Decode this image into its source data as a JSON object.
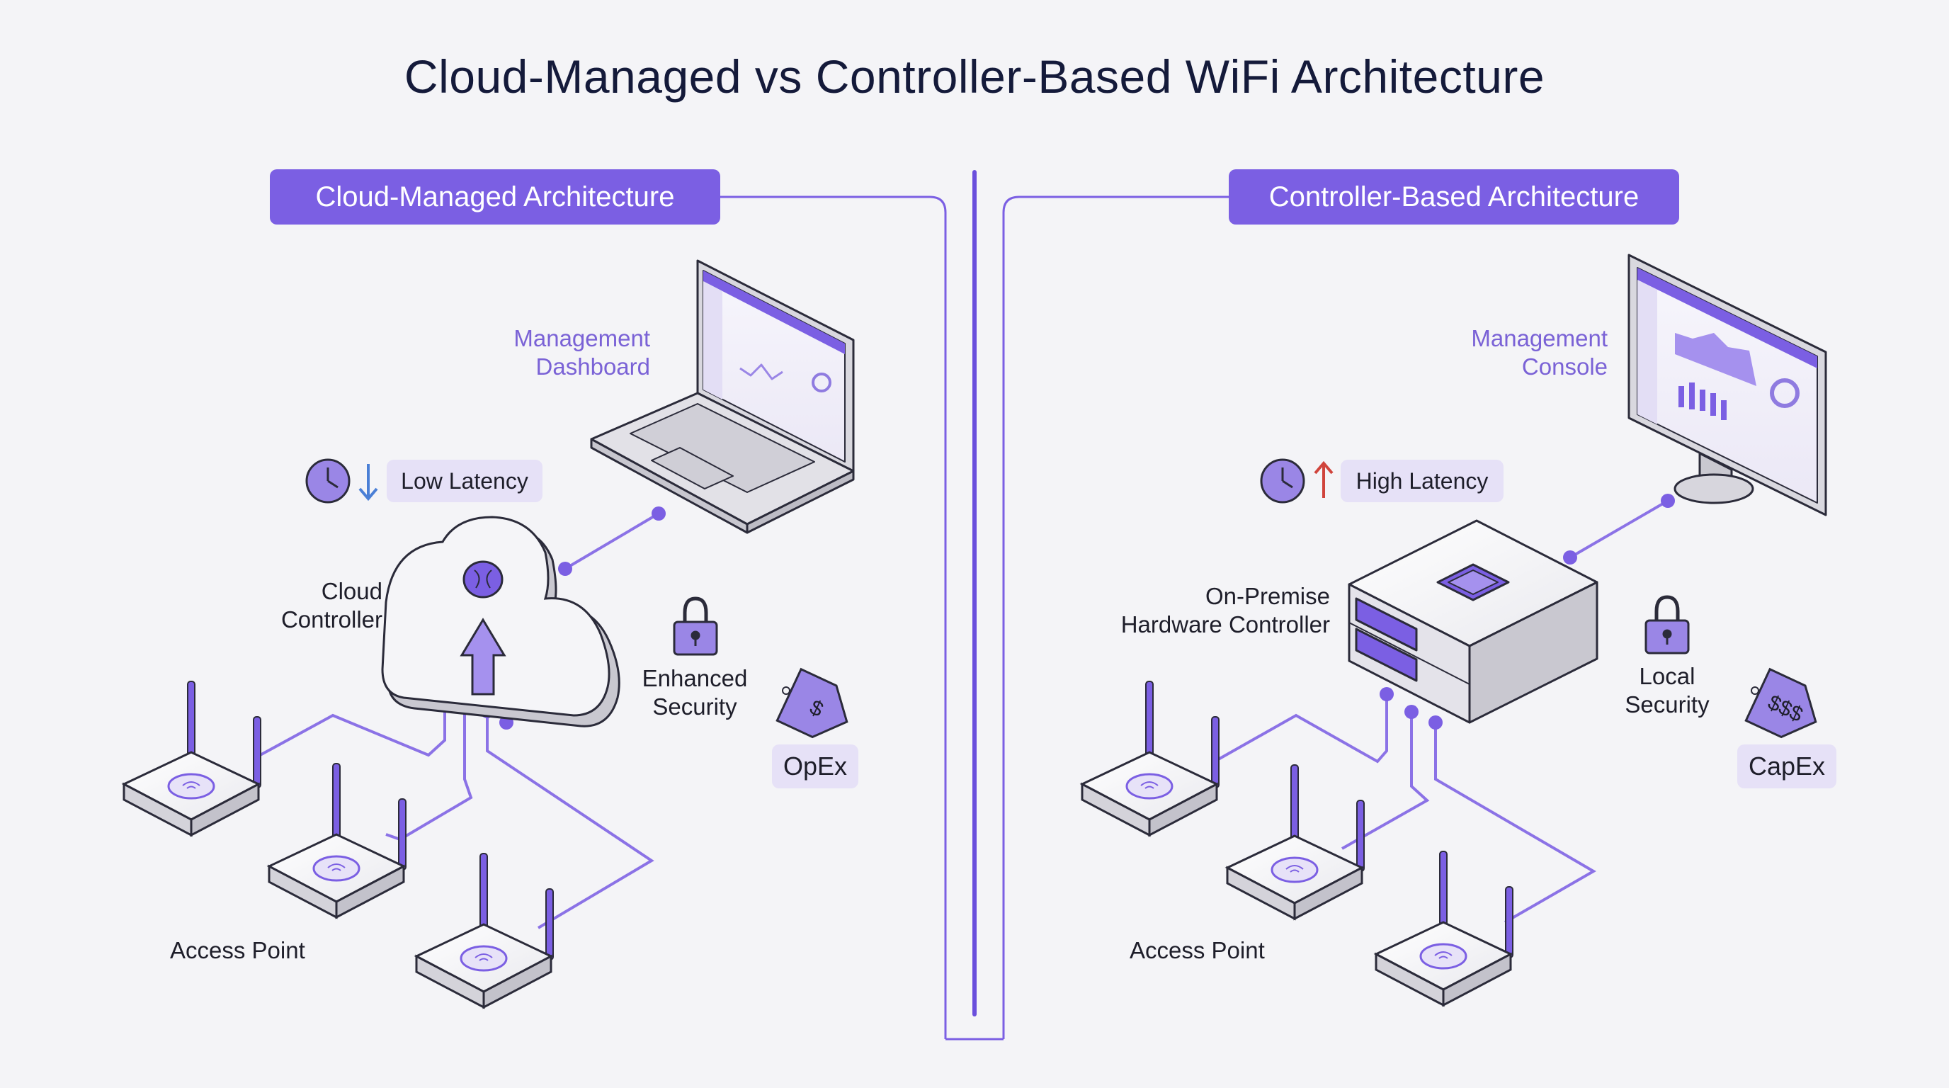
{
  "title": "Cloud-Managed vs Controller-Based WiFi Architecture",
  "colors": {
    "accent": "#7b5fe3",
    "accent_light": "#e6e1f7",
    "latency_down_arrow": "#4a7fd6",
    "latency_up_arrow": "#d0443c",
    "background": "#f4f4f7"
  },
  "left": {
    "heading": "Cloud-Managed Architecture",
    "dashboard_label_line1": "Management",
    "dashboard_label_line2": "Dashboard",
    "latency_chip": "Low Latency",
    "latency_arrow": "down",
    "controller_label_line1": "Cloud",
    "controller_label_line2": "Controller",
    "security_label_line1": "Enhanced",
    "security_label_line2": "Security",
    "cost_tag_symbol": "$",
    "cost_chip": "OpEx",
    "access_point_label": "Access Point"
  },
  "right": {
    "heading": "Controller-Based Architecture",
    "console_label_line1": "Management",
    "console_label_line2": "Console",
    "latency_chip": "High Latency",
    "latency_arrow": "up",
    "controller_label_line1": "On-Premise",
    "controller_label_line2": "Hardware Controller",
    "security_label_line1": "Local",
    "security_label_line2": "Security",
    "cost_tag_symbol": "$$$",
    "cost_chip": "CapEx",
    "access_point_label": "Access Point"
  }
}
